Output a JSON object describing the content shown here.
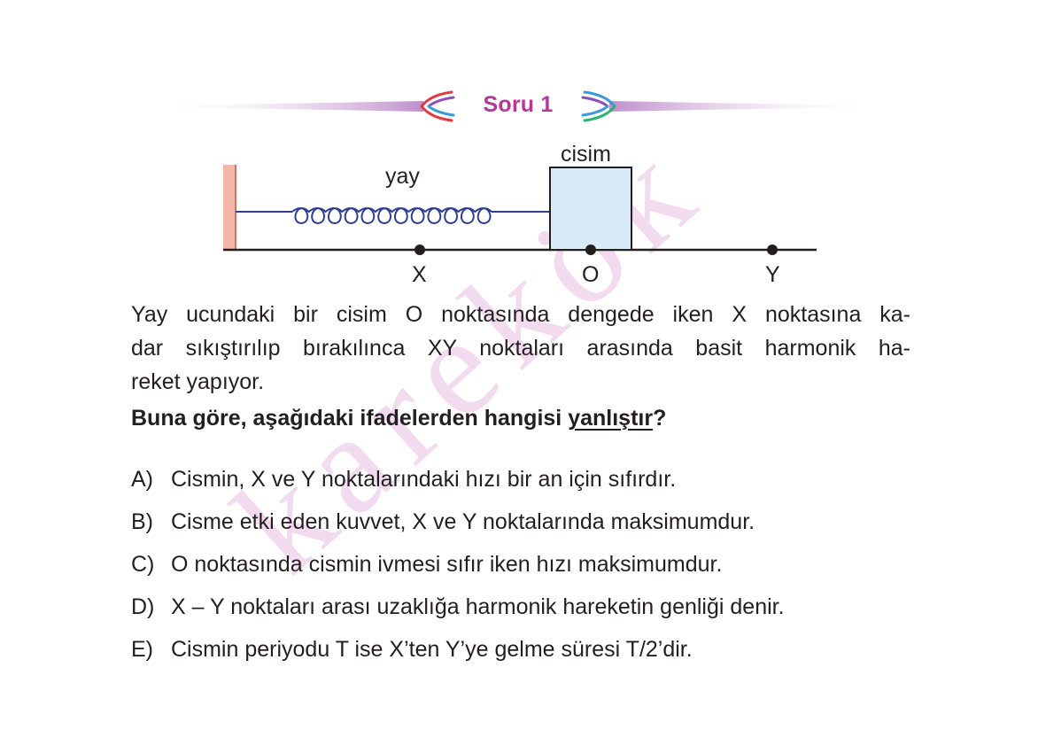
{
  "header": {
    "title": "Soru 1",
    "accent_color": "#b4399a",
    "band_color": "#cfa8d6"
  },
  "watermark": {
    "text": "karekök",
    "color": "#f3dbef"
  },
  "diagram": {
    "labels": {
      "spring": "yay",
      "body": "cisim",
      "point_x": "X",
      "point_o": "O",
      "point_y": "Y"
    },
    "colors": {
      "spring": "#2e3f8f",
      "body_fill": "#d7ecf8",
      "wall": "#f3b7a7"
    }
  },
  "question": {
    "body_lines": [
      "Yay ucundaki bir cisim O noktasında dengede iken X noktasına ka-",
      "dar sıkıştırılıp bırakılınca XY noktaları arasında basit harmonik ha-",
      "reket yapıyor."
    ],
    "prompt_prefix": "Buna göre, aşağıdaki ifadelerden hangisi ",
    "prompt_emphasis": "yanlıştır",
    "prompt_suffix": "?"
  },
  "options": [
    {
      "letter": "A)",
      "text": "Cismin, X ve Y noktalarındaki hızı bir an için sıfırdır."
    },
    {
      "letter": "B)",
      "text": "Cisme etki eden kuvvet, X ve Y noktalarında maksimumdur."
    },
    {
      "letter": "C)",
      "text": "O noktasında cismin ivmesi sıfır iken hızı maksimumdur."
    },
    {
      "letter": "D)",
      "text": "X – Y noktaları arası uzaklığa harmonik hareketin genliği denir."
    },
    {
      "letter": "E)",
      "text": "Cismin periyodu T ise X’ten Y’ye gelme süresi T/2’dir."
    }
  ]
}
